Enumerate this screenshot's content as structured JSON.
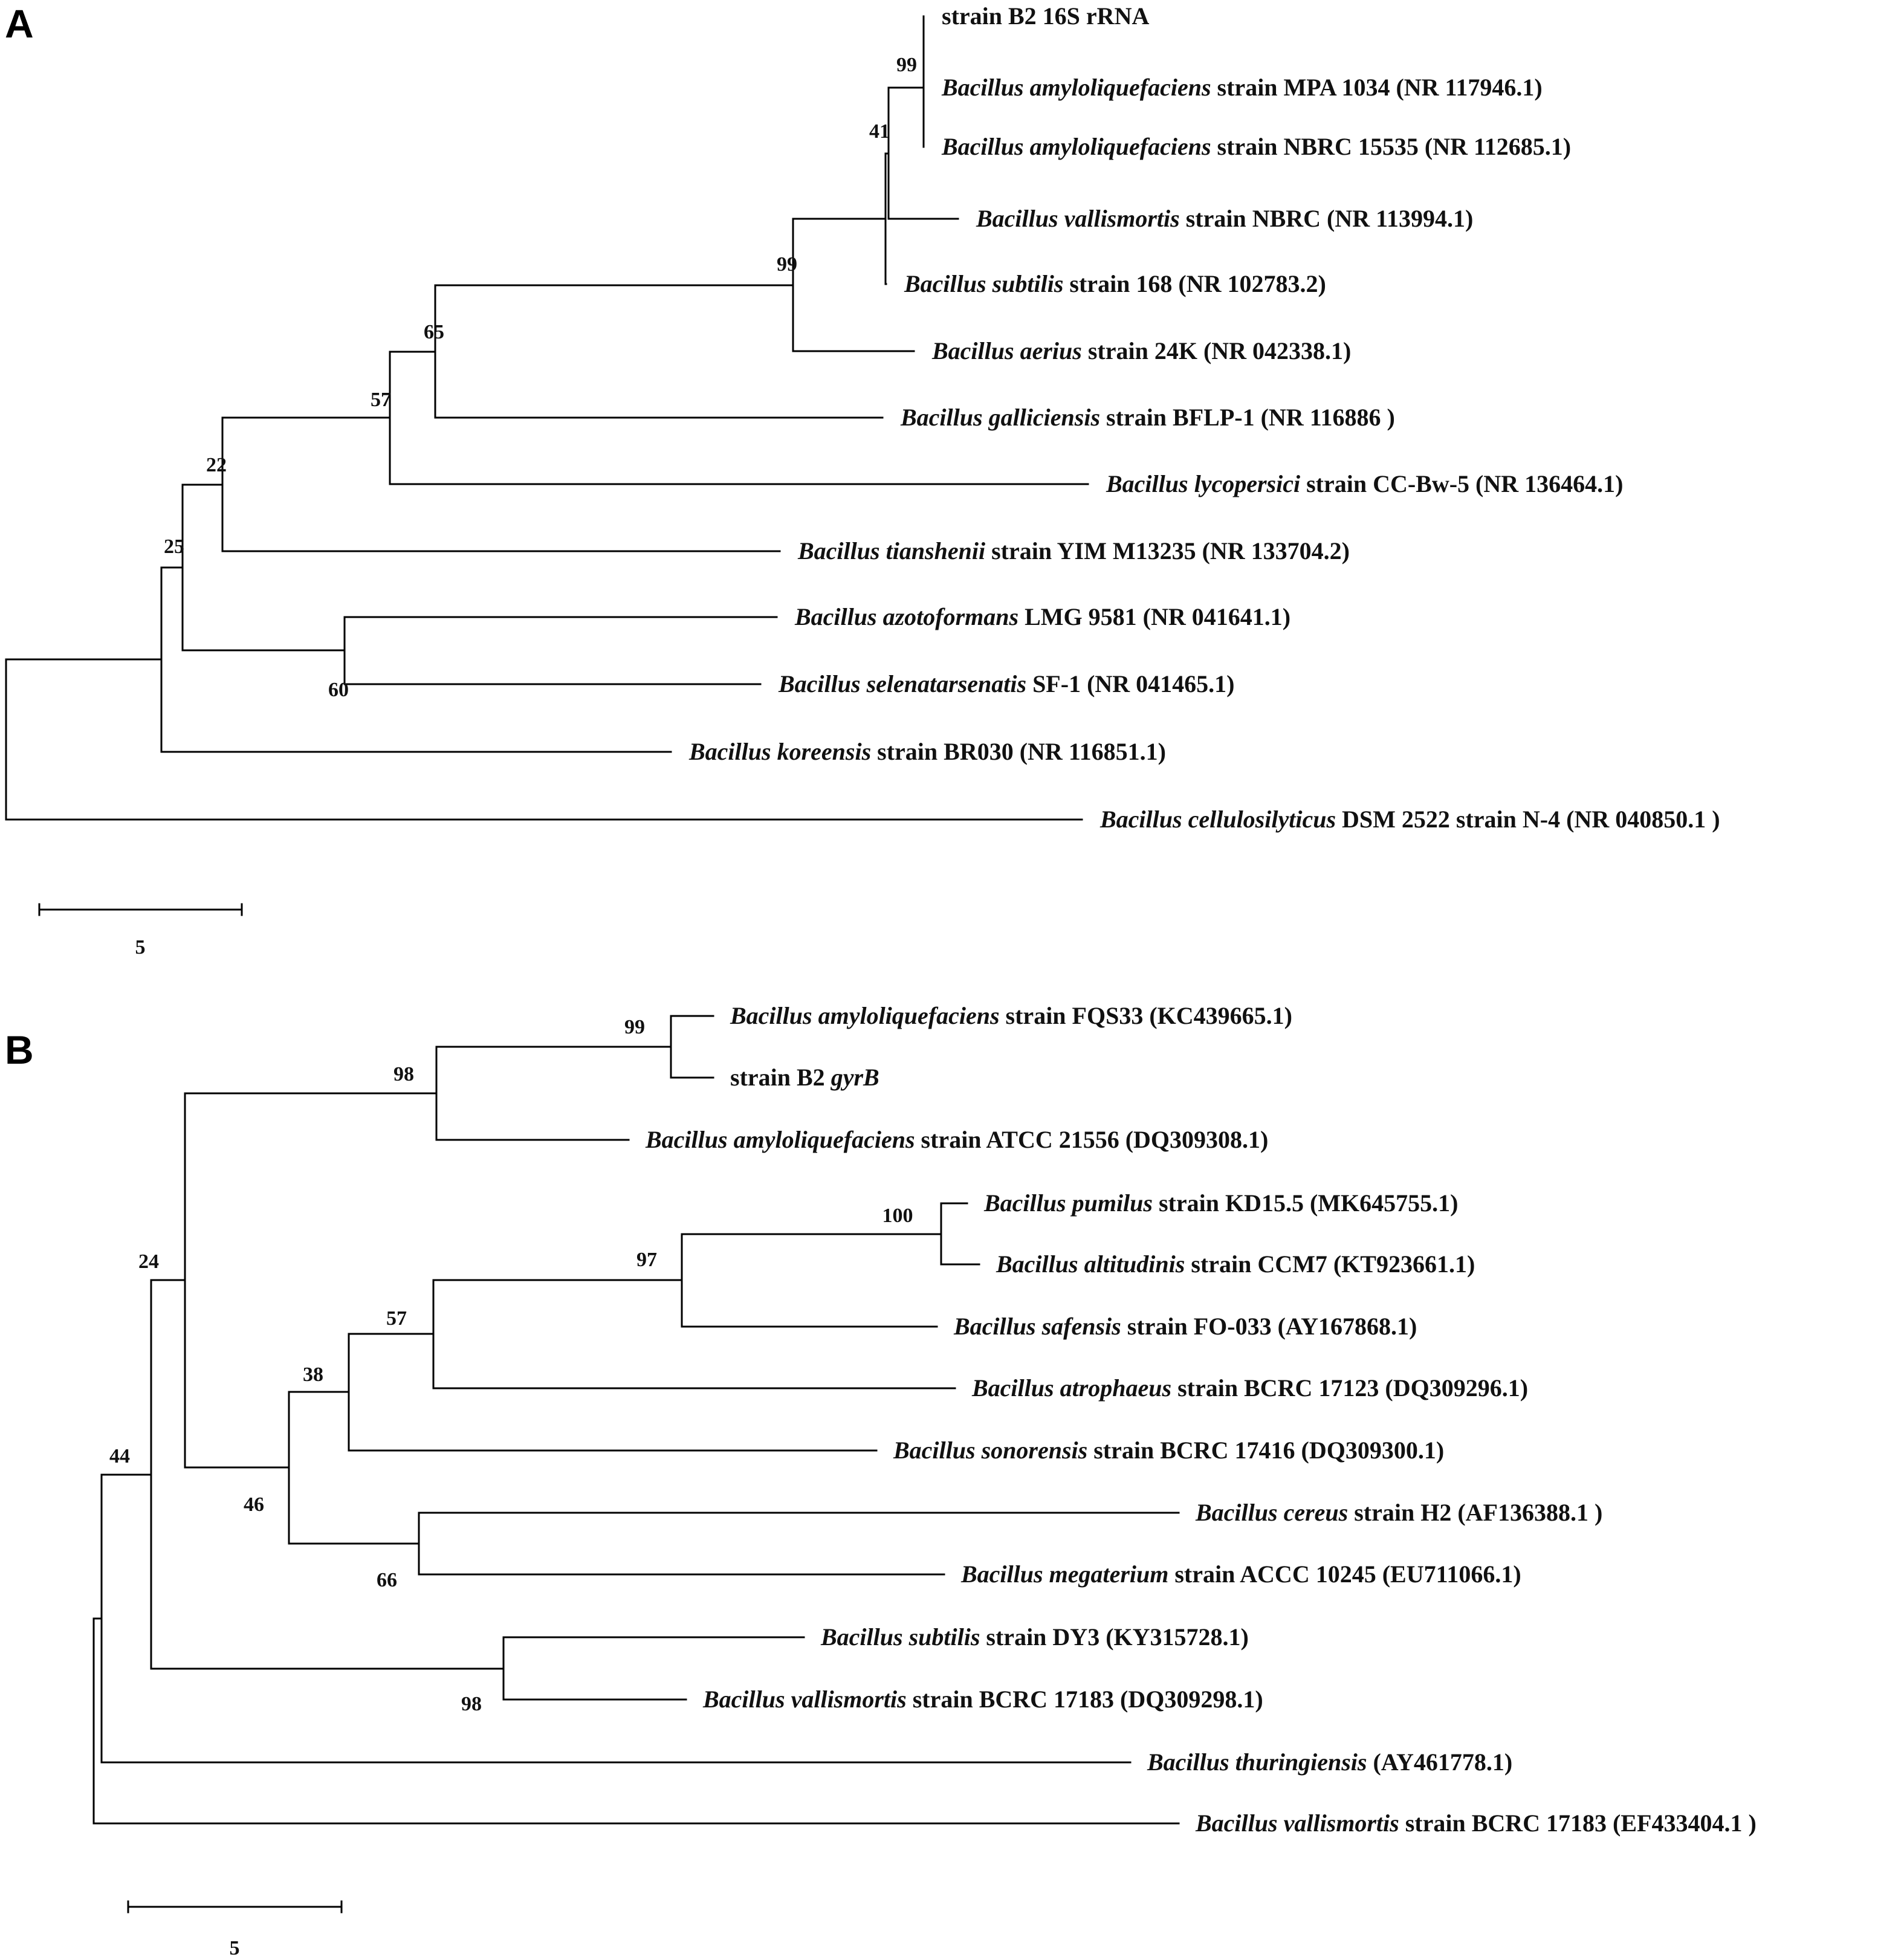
{
  "panels": [
    {
      "letter": "A",
      "scale_label": "5",
      "taxa": [
        {
          "id": "B2_16S",
          "italic": "",
          "rest": "strain B2 16S rRNA"
        },
        {
          "id": "MPA1034",
          "italic": "Bacillus amyloliquefaciens",
          "rest": " strain MPA 1034 (NR 117946.1)"
        },
        {
          "id": "NBRC15535",
          "italic": "Bacillus amyloliquefaciens",
          "rest": " strain NBRC 15535 (NR 112685.1)"
        },
        {
          "id": "vallis",
          "italic": "Bacillus vallismortis",
          "rest": " strain NBRC (NR 113994.1)"
        },
        {
          "id": "subtilis168",
          "italic": "Bacillus subtilis",
          "rest": " strain 168 (NR 102783.2)"
        },
        {
          "id": "aerius",
          "italic": "Bacillus aerius",
          "rest": " strain 24K (NR 042338.1)"
        },
        {
          "id": "galli",
          "italic": "Bacillus galliciensis",
          "rest": " strain BFLP-1 (NR 116886 )"
        },
        {
          "id": "lyco",
          "italic": "Bacillus lycopersici",
          "rest": " strain CC-Bw-5 (NR 136464.1)"
        },
        {
          "id": "tian",
          "italic": "Bacillus tianshenii",
          "rest": " strain YIM M13235 (NR 133704.2)"
        },
        {
          "id": "azoto",
          "italic": "Bacillus azotoformans",
          "rest": " LMG 9581 (NR 041641.1)"
        },
        {
          "id": "selena",
          "italic": "Bacillus selenatarsenatis",
          "rest": " SF-1 (NR 041465.1)"
        },
        {
          "id": "korean",
          "italic": "Bacillus koreensis",
          "rest": " strain BR030 (NR 116851.1)"
        },
        {
          "id": "cellulo",
          "italic": "Bacillus cellulosilyticus",
          "rest": " DSM 2522 strain N-4 (NR 040850.1 )"
        }
      ],
      "bootstrap": [
        {
          "node": "n99a",
          "value": "99"
        },
        {
          "node": "n41",
          "value": "41"
        },
        {
          "node": "n99b",
          "value": "99"
        },
        {
          "node": "n65",
          "value": "65"
        },
        {
          "node": "n57",
          "value": "57"
        },
        {
          "node": "n22",
          "value": "22"
        },
        {
          "node": "n25",
          "value": "25"
        },
        {
          "node": "n60",
          "value": "60"
        }
      ]
    },
    {
      "letter": "B",
      "scale_label": "5",
      "taxa": [
        {
          "id": "FQS33",
          "italic": "Bacillus amyloliquefaciens",
          "rest": " strain FQS33 (KC439665.1)"
        },
        {
          "id": "B2_gyrB",
          "italic": "",
          "rest": "strain B2 ",
          "tail_italic": "gyrB"
        },
        {
          "id": "ATCC21556",
          "italic": "Bacillus amyloliquefaciens",
          "rest": " strain ATCC 21556 (DQ309308.1)"
        },
        {
          "id": "pumilus",
          "italic": "Bacillus pumilus",
          "rest": " strain KD15.5 (MK645755.1)"
        },
        {
          "id": "altitudinis",
          "italic": "Bacillus altitudinis",
          "rest": " strain CCM7 (KT923661.1)"
        },
        {
          "id": "safensis",
          "italic": "Bacillus safensis",
          "rest": " strain FO-033 (AY167868.1)"
        },
        {
          "id": "atrophaeus",
          "italic": "Bacillus atrophaeus",
          "rest": " strain BCRC 17123 (DQ309296.1)"
        },
        {
          "id": "sonorensis",
          "italic": "Bacillus sonorensis",
          "rest": " strain BCRC 17416 (DQ309300.1)"
        },
        {
          "id": "cereus",
          "italic": "Bacillus cereus",
          "rest": " strain H2 (AF136388.1 )"
        },
        {
          "id": "megaterium",
          "italic": "Bacillus megaterium",
          "rest": " strain ACCC 10245 (EU711066.1)"
        },
        {
          "id": "subtilisDY3",
          "italic": "Bacillus subtilis",
          "rest": " strain DY3 (KY315728.1)"
        },
        {
          "id": "vallis17183a",
          "italic": "Bacillus vallismortis",
          "rest": " strain BCRC 17183 (DQ309298.1)"
        },
        {
          "id": "thuringiensis",
          "italic": "Bacillus thuringiensis",
          "rest": " (AY461778.1)"
        },
        {
          "id": "vallis17183b",
          "italic": "Bacillus vallismortis",
          "rest": " strain BCRC 17183 (EF433404.1 )"
        }
      ],
      "bootstrap": [
        {
          "node": "m99",
          "value": "99"
        },
        {
          "node": "m98a",
          "value": "98"
        },
        {
          "node": "m100",
          "value": "100"
        },
        {
          "node": "m97",
          "value": "97"
        },
        {
          "node": "m57",
          "value": "57"
        },
        {
          "node": "m38",
          "value": "38"
        },
        {
          "node": "m66",
          "value": "66"
        },
        {
          "node": "m46",
          "value": "46"
        },
        {
          "node": "m98b",
          "value": "98"
        },
        {
          "node": "m24",
          "value": "24"
        },
        {
          "node": "m44",
          "value": "44"
        }
      ]
    }
  ]
}
